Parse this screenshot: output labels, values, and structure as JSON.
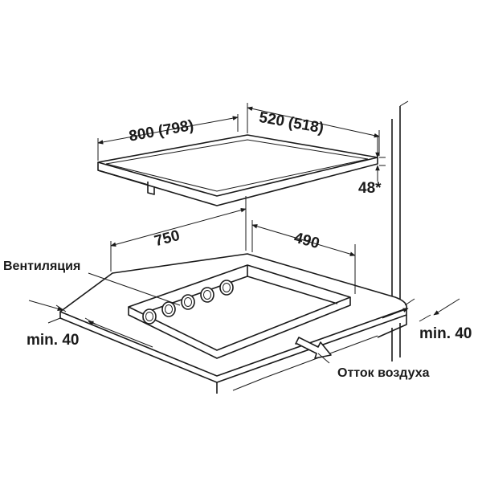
{
  "labels": {
    "hob_width": "800 (798)",
    "hob_depth": "520 (518)",
    "hob_height": "48*",
    "cutout_width": "750",
    "cutout_depth": "490",
    "ventilation": "Вентиляция",
    "clearance_left": "min. 40",
    "clearance_right": "min. 40",
    "airflow": "Отток воздуха"
  }
}
